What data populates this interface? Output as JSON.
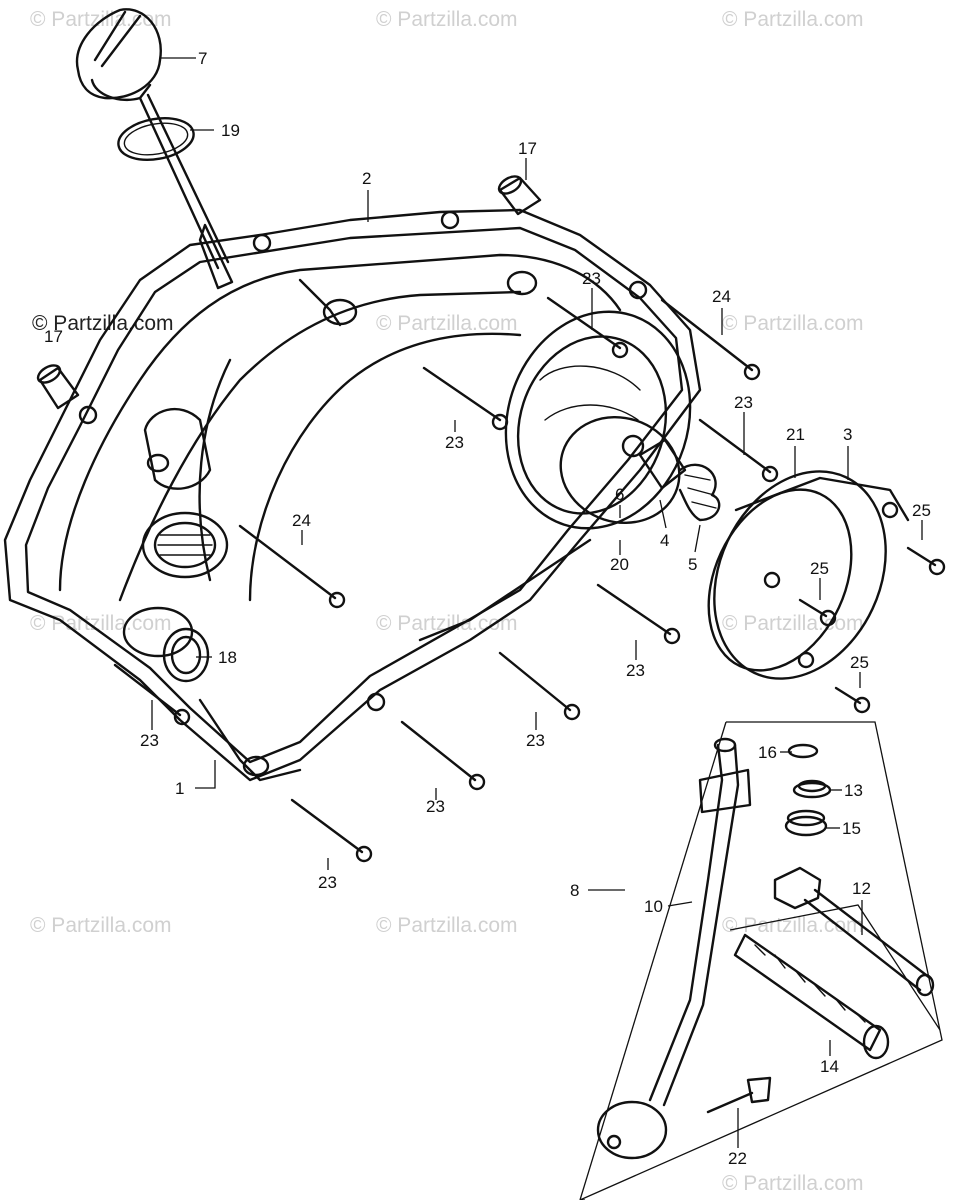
{
  "watermarks": [
    "© Partzilla.com",
    "© Partzilla.com",
    "© Partzilla.com",
    "© Partzilla.com",
    "© Partzilla.com",
    "© Partzilla.com",
    "© Partzilla.com",
    "© Partzilla.com",
    "© Partzilla.com",
    "© Partzilla.com",
    "© Partzilla.com",
    "© Partzilla.com"
  ],
  "watermark_dark": "© Partzilla.com",
  "part_labels": [
    "7",
    "19",
    "2",
    "17",
    "17",
    "23",
    "24",
    "23",
    "23",
    "21",
    "3",
    "6",
    "4",
    "5",
    "20",
    "24",
    "25",
    "25",
    "25",
    "23",
    "18",
    "23",
    "23",
    "1",
    "23",
    "23",
    "16",
    "13",
    "15",
    "8",
    "10",
    "12",
    "14",
    "22"
  ]
}
